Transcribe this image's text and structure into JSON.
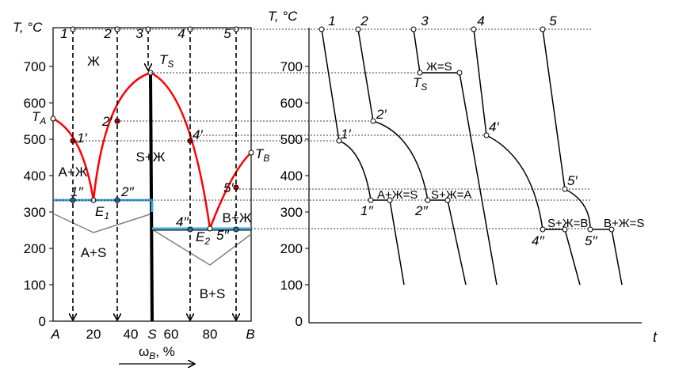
{
  "left_diagram": {
    "y_axis_label": "T, °C",
    "y_ticks": [
      "0",
      "100",
      "200",
      "300",
      "400",
      "500",
      "600",
      "700"
    ],
    "x_ticks": [
      "A",
      "20",
      "40",
      "S",
      "60",
      "80",
      "B"
    ],
    "x_axis_label": "ω",
    "x_axis_label_sub": "B",
    "x_axis_label_unit": ", %",
    "alloy_numbers": [
      "1",
      "2",
      "3",
      "4",
      "5"
    ],
    "region_labels": {
      "liquid": "Ж",
      "a_liquid": "A+Ж",
      "s_liquid": "S+Ж",
      "b_liquid": "B+Ж",
      "a_s": "A+S",
      "b_s": "B+S"
    },
    "point_labels": {
      "ta": "T",
      "ta_sub": "A",
      "tb": "T",
      "tb_sub": "B",
      "ts": "T",
      "ts_sub": "S",
      "e1": "E",
      "e1_sub": "1",
      "e2": "E",
      "e2_sub": "2",
      "p1p": "1′",
      "p1pp": "1′′",
      "p2p": "2′",
      "p2pp": "2′′",
      "p4p": "4′",
      "p4pp": "4′′",
      "p5p": "5′",
      "p5pp": "5′′"
    },
    "colors": {
      "liquidus": "#ff0000",
      "eutectic_line": "#4aa8d8",
      "solvus": "#808080"
    }
  },
  "right_diagram": {
    "y_axis_label": "T, °C",
    "y_ticks": [
      "0",
      "100",
      "200",
      "300",
      "400",
      "500",
      "600",
      "700"
    ],
    "x_axis_label": "t",
    "curve_numbers": [
      "1",
      "2",
      "3",
      "4",
      "5"
    ],
    "point_labels": {
      "p1p": "1′",
      "p1pp": "1′′",
      "p2p": "2′",
      "p2pp": "2′′",
      "p4p": "4′",
      "p4pp": "4′′",
      "p5p": "5′",
      "p5pp": "5′′",
      "ts": "T",
      "ts_sub": "S"
    },
    "reaction_labels": {
      "a_liquid_s": "A+Ж=S",
      "s_liquid_a": "S+Ж=A",
      "liquid_s": "Ж=S",
      "s_liquid_b": "S+Ж=B",
      "b_liquid_s": "B+Ж=S"
    }
  }
}
